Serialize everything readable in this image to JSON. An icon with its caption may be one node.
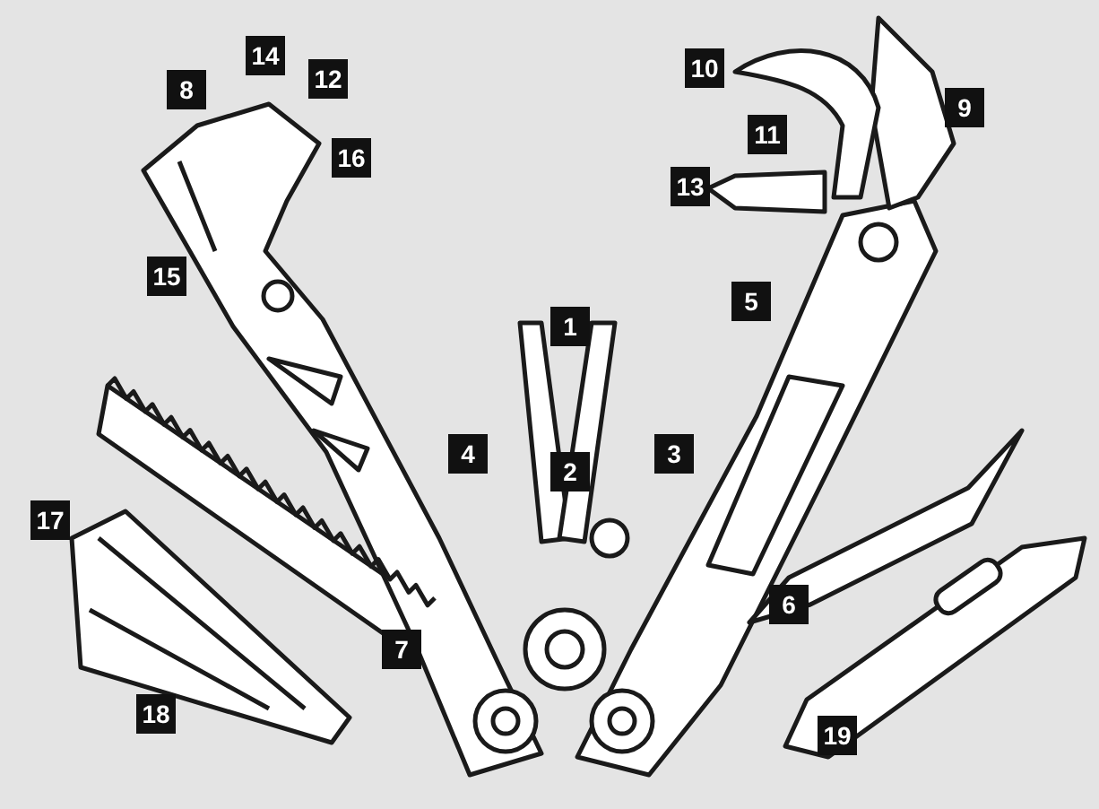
{
  "diagram": {
    "labels": [
      "14",
      "10",
      "12",
      "8",
      "9",
      "11",
      "16",
      "13",
      "15",
      "5",
      "1",
      "4",
      "3",
      "2",
      "17",
      "6",
      "7",
      "18",
      "19"
    ]
  }
}
